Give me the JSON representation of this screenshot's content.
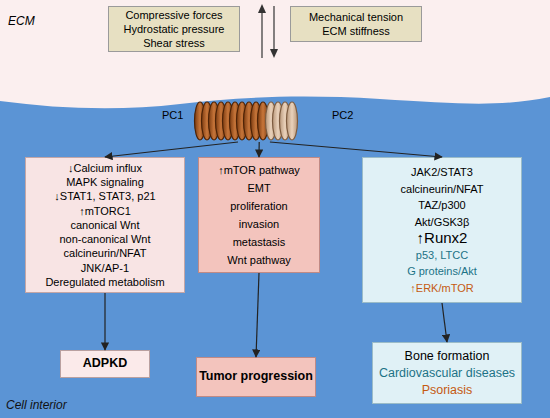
{
  "diagram": {
    "nodes": [
      {
        "text": [
          "ECM"
        ]
      },
      {
        "text": [
          "Compressive forces",
          "Hydrostatic pressure",
          "Shear stress"
        ],
        "in": 0
      },
      {
        "text": [
          "Mechanical tension",
          "ECM stiffness"
        ],
        "in": 0
      },
      {
        "text": [
          "Cell interior"
        ]
      },
      {
        "text": [
          "PC1",
          "PC2"
        ],
        "in": 3
      },
      {
        "text": [
          "↓Calcium influx",
          "MAPK signaling",
          "↓STAT1, STAT3, p21",
          "↑mTORC1",
          "canonical Wnt",
          "non-canonical Wnt",
          "calcineurin/NFAT",
          "JNK/AP-1",
          "Deregulated metabolism"
        ],
        "in": 3
      },
      {
        "text": [
          "↑mTOR pathway",
          "EMT",
          "proliferation",
          "invasion",
          "metastasis",
          "Wnt pathway"
        ],
        "in": 3
      },
      {
        "text": [
          "JAK2/STAT3",
          "calcineurin/NFAT",
          "TAZ/p300",
          "Akt/GSK3β",
          "↑Runx2",
          "p53, LTCC",
          "G proteins/Akt",
          "↑ERK/mTOR"
        ],
        "in": 3
      },
      {
        "text": [
          "ADPKD"
        ],
        "in": 3
      },
      {
        "text": [
          "Tumor progression"
        ],
        "in": 3
      },
      {
        "text": [
          "Bone formation",
          "Cardiovascular diseases",
          "Psoriasis"
        ],
        "in": 3
      }
    ],
    "edges": [
      {
        "from": 4,
        "to": 5,
        "arrow": "to"
      },
      {
        "from": 4,
        "to": 6,
        "arrow": "to"
      },
      {
        "from": 4,
        "to": 7,
        "arrow": "to"
      },
      {
        "from": 5,
        "to": 8,
        "arrow": "to"
      },
      {
        "from": 6,
        "to": 9,
        "arrow": "to"
      },
      {
        "from": 7,
        "to": 10,
        "arrow": "to"
      }
    ]
  }
}
